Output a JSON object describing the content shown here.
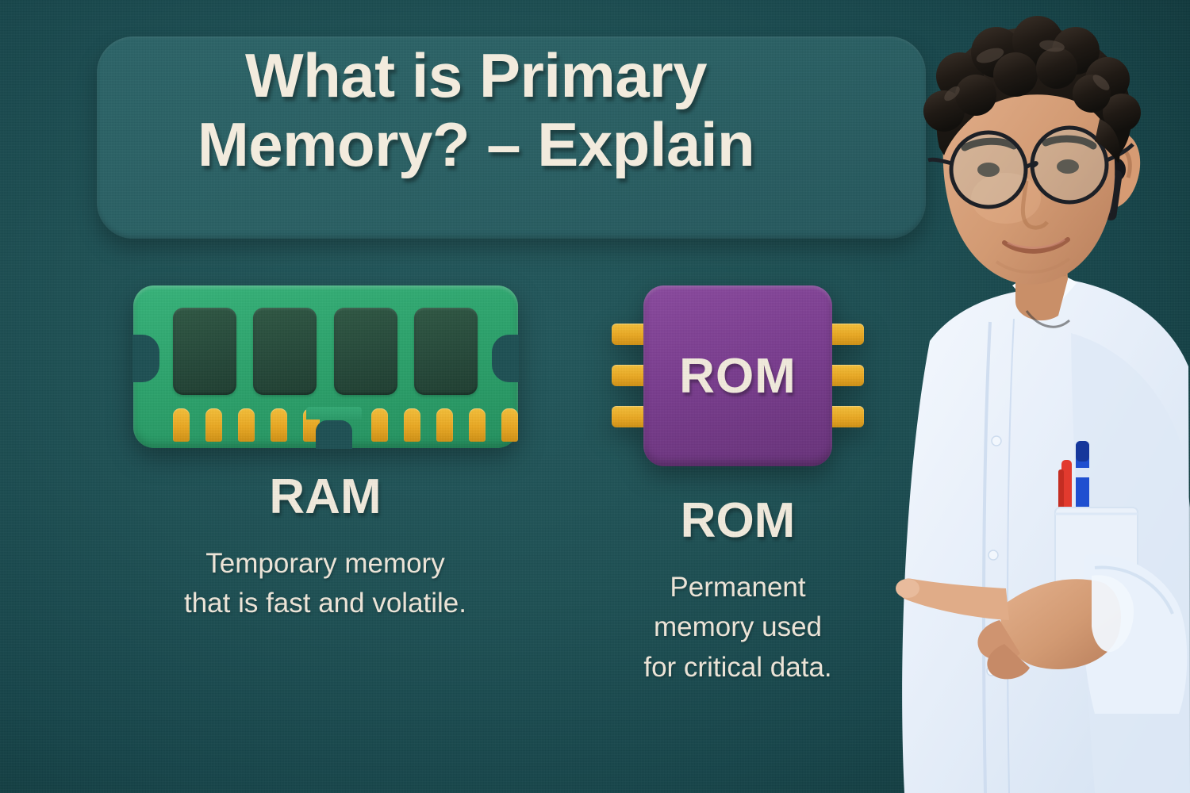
{
  "theme": {
    "background_teal": "#1e5054",
    "banner_teal": "#2a6064",
    "cream_text": "#f2ebdd",
    "ram_green": "#2da46d",
    "ram_chip_dark": "#26493a",
    "rom_purple": "#7a3d8f",
    "pin_gold": "#e9a823",
    "shirt_blue": "#e8f0fa"
  },
  "header": {
    "title_line1": "What is Primary",
    "title_line2": "Memory? – Explain"
  },
  "columns": [
    {
      "id": "ram",
      "graphic": "ram-stick-icon",
      "name": "RAM",
      "description_lines": [
        "Temporary memory",
        "that is fast and volatile."
      ],
      "chip_count": 4,
      "pin_count_left": 5,
      "pin_count_right": 5
    },
    {
      "id": "rom",
      "graphic": "rom-chip-icon",
      "chip_label": "ROM",
      "name": "ROM",
      "description_lines": [
        "Permanent",
        "memory used",
        "for critical data."
      ],
      "pin_count_left": 3,
      "pin_count_right": 3
    }
  ],
  "person": {
    "description": "presenter-photo",
    "hair": "curly-dark-hair",
    "eyewear": "round-glasses-icon",
    "earpiece": "earbud-icon",
    "shirt": "light-blue-dress-shirt",
    "pocket_items": [
      "red-pen-icon",
      "blue-pen-icon"
    ],
    "gesture": "pointing-hand-icon"
  }
}
